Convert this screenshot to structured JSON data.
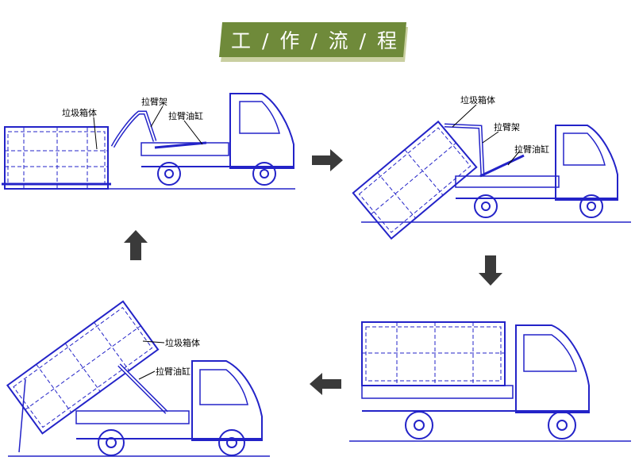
{
  "header": {
    "title": "工 / 作 / 流 / 程",
    "bg_color": "#6f8a3a",
    "shadow_color": "#c9cfa0"
  },
  "colors": {
    "line": "#2323c8",
    "arrow": "#3a3a3a",
    "ground": "#8888dd"
  },
  "steps": [
    {
      "labels": {
        "container": "垃圾箱体",
        "arm_frame": "拉臂架",
        "arm_cylinder": "拉臂油缸"
      }
    },
    {
      "labels": {
        "container": "垃圾箱体",
        "arm_frame": "拉臂架",
        "arm_cylinder": "拉臂油缸"
      }
    },
    {
      "labels": {}
    },
    {
      "labels": {
        "container": "垃圾箱体",
        "arm_cylinder": "拉臂油缸"
      }
    }
  ],
  "flow_arrows": [
    "right",
    "down",
    "left",
    "up"
  ]
}
